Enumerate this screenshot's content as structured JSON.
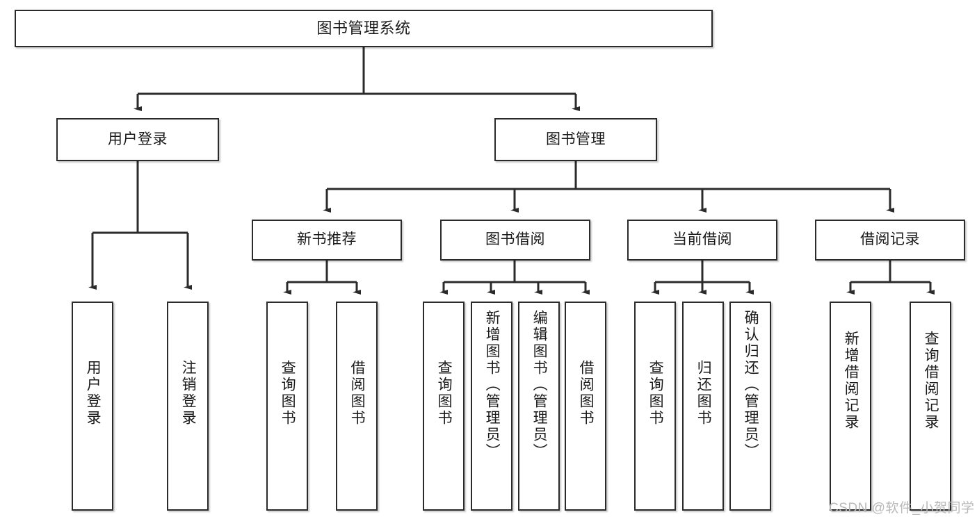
{
  "diagram": {
    "title": "图书管理系统",
    "type": "tree-hierarchy-chart",
    "watermark": "CSDN @软件_小贺同学",
    "colors": {
      "box_border": "#2b2b2b",
      "box_fill": "#ffffff",
      "connector": "#2b2b2b",
      "text": "#1a1a1a",
      "watermark": "#b9b9b9"
    },
    "levels": {
      "level1": [
        {
          "id": "root",
          "label": "图书管理系统",
          "orientation": "horizontal"
        }
      ],
      "level2": [
        {
          "id": "user-login",
          "label": "用户登录",
          "orientation": "horizontal"
        },
        {
          "id": "book-management",
          "label": "图书管理",
          "orientation": "horizontal"
        }
      ],
      "level3": [
        {
          "id": "new-book-recommend",
          "label": "新书推荐",
          "orientation": "horizontal"
        },
        {
          "id": "book-borrow",
          "label": "图书借阅",
          "orientation": "horizontal"
        },
        {
          "id": "current-borrow",
          "label": "当前借阅",
          "orientation": "horizontal"
        },
        {
          "id": "borrow-record",
          "label": "借阅记录",
          "orientation": "horizontal"
        }
      ],
      "level4": [
        {
          "id": "leaf-user-login",
          "label": "用户登录",
          "parent": "user-login",
          "orientation": "vertical"
        },
        {
          "id": "leaf-logout-login",
          "label": "注销登录",
          "parent": "user-login",
          "orientation": "vertical"
        },
        {
          "id": "leaf-query-book-1",
          "label": "查询图书",
          "parent": "new-book-recommend",
          "orientation": "vertical"
        },
        {
          "id": "leaf-borrow-book-1",
          "label": "借阅图书",
          "parent": "new-book-recommend",
          "orientation": "vertical"
        },
        {
          "id": "leaf-query-book-2",
          "label": "查询图书",
          "parent": "book-borrow",
          "orientation": "vertical"
        },
        {
          "id": "leaf-add-book",
          "label": "新增图书（管理员）",
          "parent": "book-borrow",
          "orientation": "vertical"
        },
        {
          "id": "leaf-edit-book",
          "label": "编辑图书（管理员）",
          "parent": "book-borrow",
          "orientation": "vertical"
        },
        {
          "id": "leaf-borrow-book-2",
          "label": "借阅图书",
          "parent": "book-borrow",
          "orientation": "vertical"
        },
        {
          "id": "leaf-query-book-3",
          "label": "查询图书",
          "parent": "current-borrow",
          "orientation": "vertical"
        },
        {
          "id": "leaf-return-book",
          "label": "归还图书",
          "parent": "current-borrow",
          "orientation": "vertical"
        },
        {
          "id": "leaf-confirm-return",
          "label": "确认归还（管理员）",
          "parent": "current-borrow",
          "orientation": "vertical"
        },
        {
          "id": "leaf-add-record",
          "label": "新增借阅记录",
          "parent": "borrow-record",
          "orientation": "vertical"
        },
        {
          "id": "leaf-query-record",
          "label": "查询借阅记录",
          "parent": "borrow-record",
          "orientation": "vertical"
        }
      ]
    }
  }
}
